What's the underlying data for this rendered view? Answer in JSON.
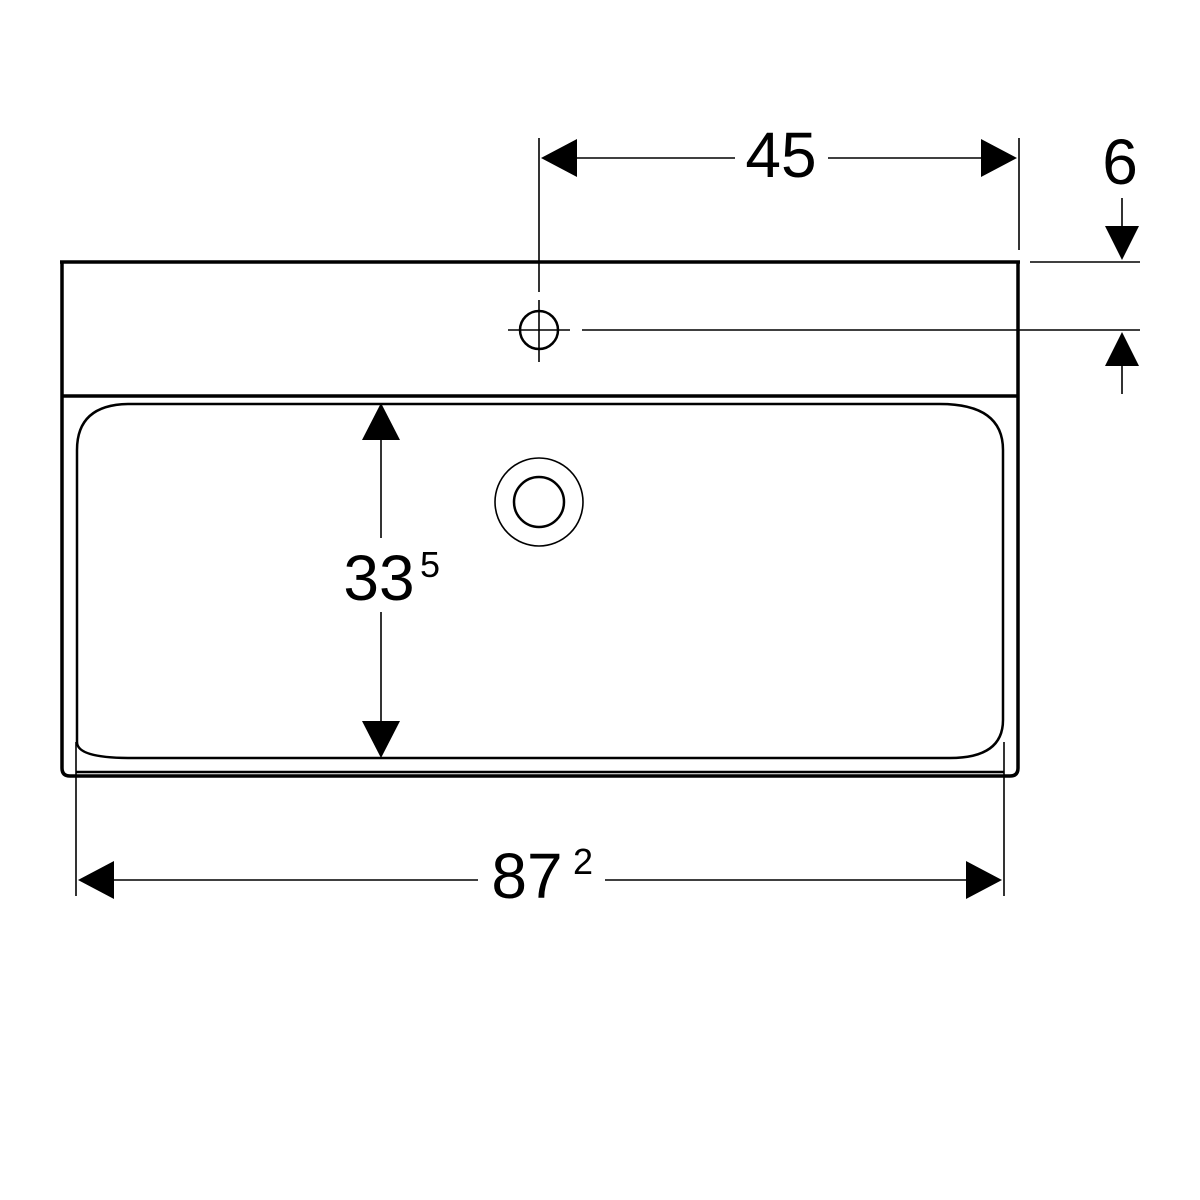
{
  "drawing": {
    "type": "washbasin-plan-dimension-drawing",
    "dimensions": {
      "tap_hole_to_right_edge": {
        "value": "45"
      },
      "tap_hole_from_back_edge": {
        "value": "6"
      },
      "bowl_depth": {
        "value": "33",
        "fraction": "5"
      },
      "bowl_width": {
        "value": "87",
        "fraction": "2"
      }
    },
    "colors": {
      "line": "#000000",
      "background": "#ffffff"
    }
  }
}
